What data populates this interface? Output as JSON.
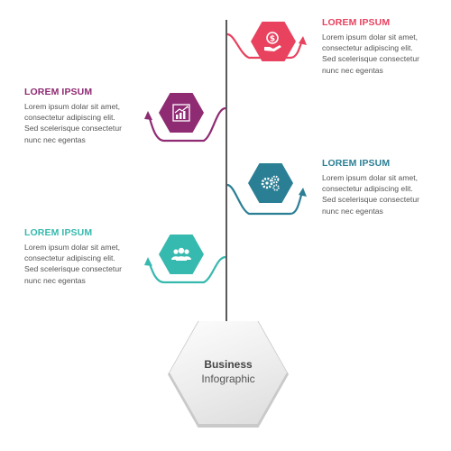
{
  "center": {
    "title": "Business",
    "subtitle": "Infographic"
  },
  "steps": [
    {
      "title": "LOREM IPSUM",
      "lines": [
        "Lorem ipsum dolar sit amet,",
        "consectetur adipiscing elit.",
        "Sed scelerisque consectetur",
        "nunc nec egentas"
      ],
      "color": "#e8425f",
      "icon": "money-hand-icon"
    },
    {
      "title": "LOREM IPSUM",
      "lines": [
        "Lorem ipsum dolar sit amet,",
        "consectetur adipiscing elit.",
        "Sed scelerisque consectetur",
        "nunc nec egentas"
      ],
      "color": "#8f2b73",
      "icon": "growth-chart-icon"
    },
    {
      "title": "LOREM IPSUM",
      "lines": [
        "Lorem ipsum dolar sit amet,",
        "consectetur adipiscing elit.",
        "Sed scelerisque consectetur",
        "nunc nec egentas"
      ],
      "color": "#2b7f95",
      "icon": "gears-icon"
    },
    {
      "title": "LOREM IPSUM",
      "lines": [
        "Lorem ipsum dolar sit amet,",
        "consectetur adipiscing elit.",
        "Sed scelerisque consectetur",
        "nunc nec egentas"
      ],
      "color": "#36b9ae",
      "icon": "team-icon"
    }
  ],
  "timeline_color": "#5a5a5a"
}
